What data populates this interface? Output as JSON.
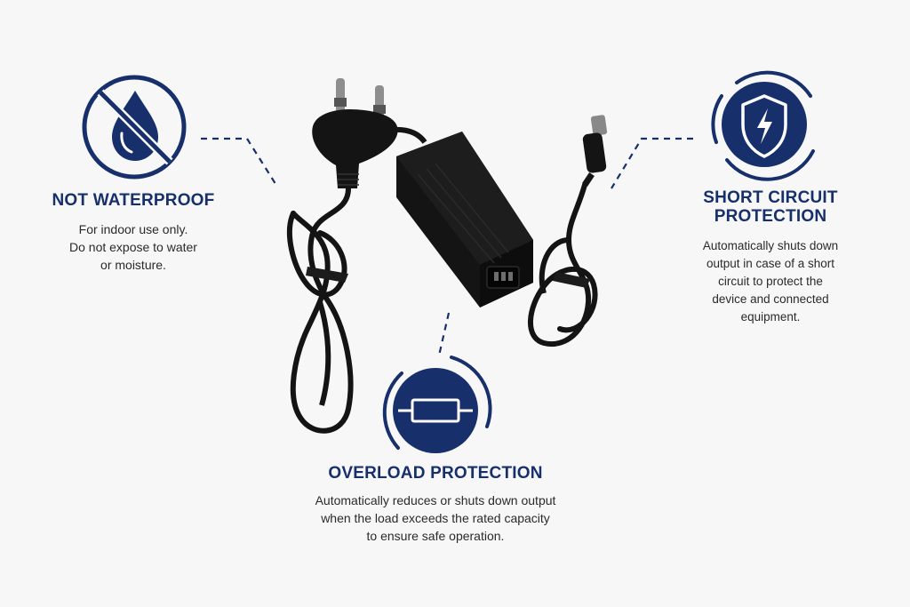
{
  "features": {
    "not_waterproof": {
      "title": "NOT WATERPROOF",
      "desc_lines": [
        "For indoor use only.",
        "Do not expose to water",
        "or moisture."
      ],
      "icon": "no-water-drop-icon"
    },
    "short_circuit": {
      "title_lines": [
        "SHORT CIRCUIT",
        "PROTECTION"
      ],
      "desc_lines": [
        "Automatically shuts down",
        "output in case of a short",
        "circuit to protect the",
        "device and connected",
        "equipment."
      ],
      "icon": "shield-lightning-icon"
    },
    "overload": {
      "title": "OVERLOAD PROTECTION",
      "desc_lines": [
        "Automatically reduces or shuts down output",
        "when the load exceeds the rated capacity",
        "to ensure safe operation."
      ],
      "icon": "fuse-icon"
    }
  },
  "colors": {
    "brand_navy": "#17306b",
    "background": "#f7f7f7",
    "adapter_black": "#111111"
  }
}
